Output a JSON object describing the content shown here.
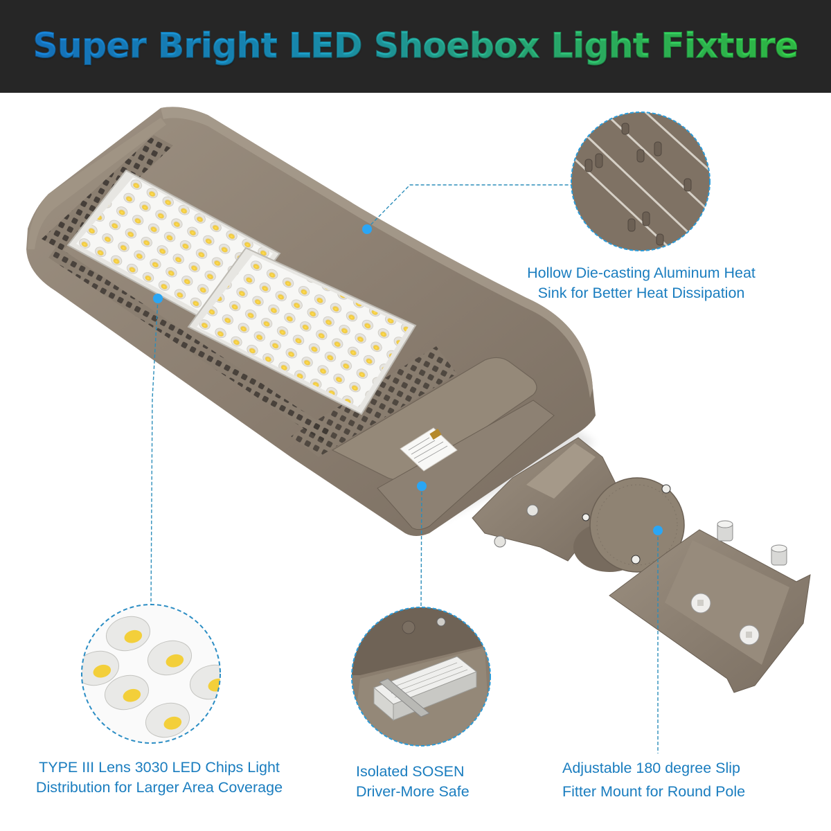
{
  "title": {
    "text": "Super Bright LED Shoebox Light Fixture",
    "gradient_start": "#1c96f8",
    "gradient_end": "#3ef25a",
    "bar_color": "#262626"
  },
  "product": {
    "name": "LED Shoebox Light Fixture",
    "housing_color": "#8f8274",
    "led_module_count": 2
  },
  "callouts": [
    {
      "id": "heat-sink",
      "lines": [
        "Hollow Die-casting Aluminum Heat",
        "Sink for Better Heat Dissipation"
      ],
      "detail_image": "heat-sink-fins-closeup"
    },
    {
      "id": "led-lens",
      "lines": [
        "TYPE III Lens 3030 LED Chips Light",
        "Distribution for Larger Area Coverage"
      ],
      "detail_image": "led-lens-closeup"
    },
    {
      "id": "driver",
      "lines": [
        "Isolated SOSEN",
        "Driver-More Safe"
      ],
      "detail_image": "driver-closeup"
    },
    {
      "id": "slip-fitter",
      "lines": [
        "Adjustable 180 degree Slip",
        "Fitter Mount for Round Pole"
      ],
      "detail_image": null
    }
  ],
  "colors": {
    "caption_text": "#1a7dbf",
    "callout_dot": "#2aa6f5",
    "dashed_line": "#2b8dba"
  }
}
